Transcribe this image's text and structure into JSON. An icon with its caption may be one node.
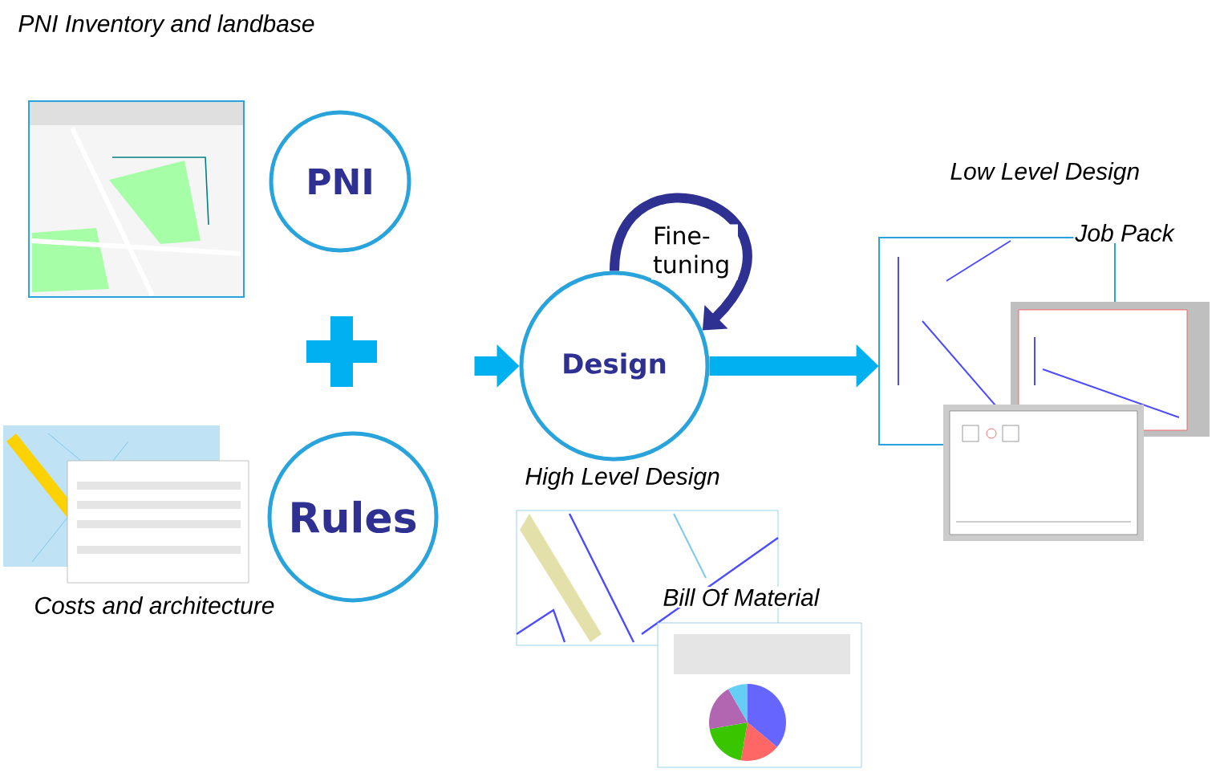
{
  "diagram": {
    "nodes": [
      {
        "text": [
          "PNI"
        ]
      },
      {
        "text": [
          "Rules"
        ]
      },
      {
        "text": [
          "Design"
        ]
      },
      {
        "text": [],
        "shape": "picture"
      }
    ],
    "edges": [
      {
        "from": null,
        "to": 2,
        "arrow": "to"
      },
      {
        "from": 2,
        "to": 3,
        "arrow": "to"
      },
      {
        "from": 2,
        "to": 2,
        "arrow": "to",
        "label": "Fine-tuning",
        "color": "#2e3192"
      }
    ],
    "labels": [
      "PNI Inventory and landbase",
      "Low Level Design",
      "Job Pack",
      "High Level Design",
      "Bill Of Material",
      "Costs and architecture"
    ]
  }
}
